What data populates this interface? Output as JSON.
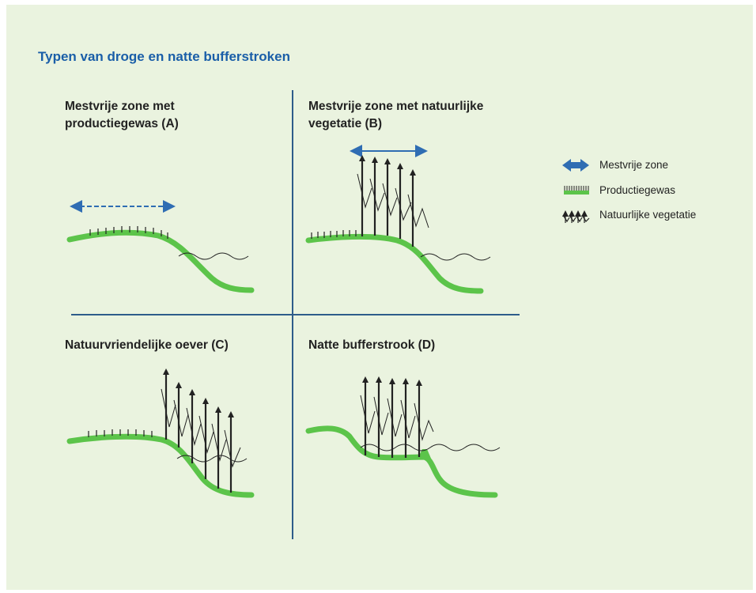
{
  "title": "Typen van droge en natte bufferstroken",
  "quadrants": {
    "a": {
      "line1": "Mestvrije zone met",
      "line2": "productiegewas (A)"
    },
    "b": {
      "line1": "Mestvrije zone met natuurlijke",
      "line2": "vegetatie (B)"
    },
    "c": {
      "label": "Natuurvriendelijke oever (C)"
    },
    "d": {
      "label": "Natte bufferstrook (D)"
    }
  },
  "legend": {
    "manure_free_zone": "Mestvrije zone",
    "crop": "Productiegewas",
    "natural_vegetation": "Natuurlijke vegetatie"
  },
  "colors": {
    "background": "#eaf3df",
    "title": "#1a5ea8",
    "divider": "#2e5c8a",
    "ground": "#5cc44a",
    "arrow": "#2f6db3",
    "plant": "#222222"
  }
}
